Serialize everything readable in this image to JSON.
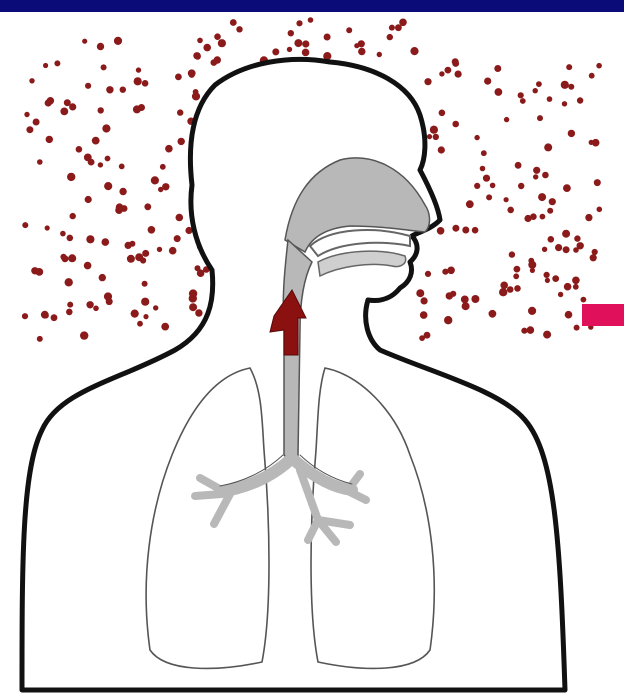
{
  "colors": {
    "top_band": "#0a0a78",
    "particles": "#8b1a1a",
    "airway_fill": "#b8b8b8",
    "body_outline": "#111111",
    "lung_outline": "#555555",
    "arrow": "#8b1010",
    "marker": "#e0105a"
  },
  "diagram": {
    "subject": "human-respiratory-system",
    "airflow_direction": "up",
    "particle_count": 260,
    "regions": [
      "left",
      "right"
    ]
  },
  "icons": {
    "arrow": "up-arrow-icon",
    "marker": "pink-marker"
  }
}
